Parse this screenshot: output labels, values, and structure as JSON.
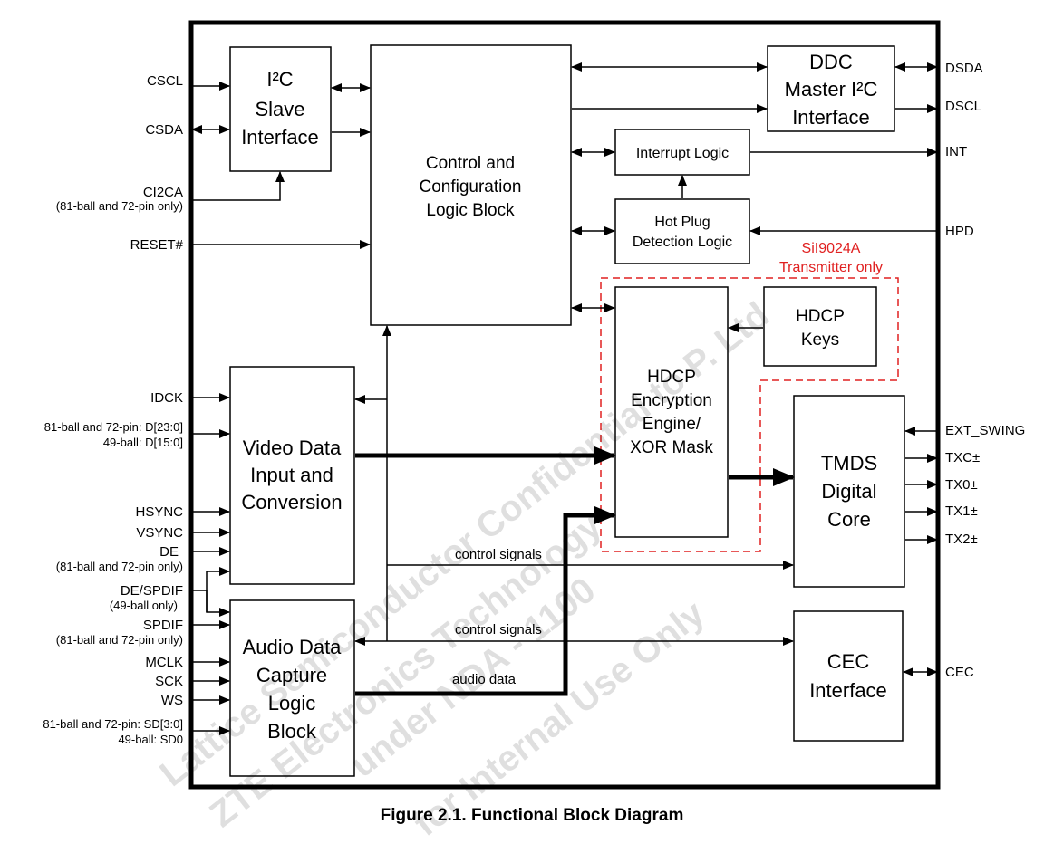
{
  "caption": "Figure 2.1. Functional Block Diagram",
  "blocks": {
    "i2c_slave": [
      "I²C",
      "Slave",
      "Interface"
    ],
    "control": [
      "Control and",
      "Configuration",
      "Logic Block"
    ],
    "ddc": [
      "DDC",
      "Master I²C",
      "Interface"
    ],
    "interrupt": "Interrupt Logic",
    "hotplug": [
      "Hot Plug",
      "Detection Logic"
    ],
    "hdcp_keys": [
      "HDCP",
      "Keys"
    ],
    "hdcp_engine": [
      "HDCP",
      "Encryption",
      "Engine/",
      "XOR Mask"
    ],
    "video": [
      "Video Data",
      "Input and",
      "Conversion"
    ],
    "tmds": [
      "TMDS",
      "Digital",
      "Core"
    ],
    "audio": [
      "Audio Data",
      "Capture",
      "Logic",
      "Block"
    ],
    "cec": [
      "CEC",
      "Interface"
    ]
  },
  "region_note": [
    "SiI9024A",
    "Transmitter only"
  ],
  "signals": {
    "control_signals_1": "control signals",
    "control_signals_2": "control signals",
    "audio_data": "audio data"
  },
  "left_pins": {
    "cscl": "CSCL",
    "csda": "CSDA",
    "ci2ca": "CI2CA",
    "ci2ca_note": "(81-ball and 72-pin only)",
    "reset": "RESET#",
    "idck": "IDCK",
    "d_81": "81-ball and 72-pin: D[23:0]",
    "d_49": "49-ball: D[15:0]",
    "hsync": "HSYNC",
    "vsync": "VSYNC",
    "de": "DE",
    "de_note": "(81-ball and 72-pin only)",
    "despdif": "DE/SPDIF",
    "despdif_note": "(49-ball only)",
    "spdif": "SPDIF",
    "spdif_note": "(81-ball and 72-pin only)",
    "mclk": "MCLK",
    "sck": "SCK",
    "ws": "WS",
    "sd_81": "81-ball and 72-pin: SD[3:0]",
    "sd_49": "49-ball: SD0"
  },
  "right_pins": {
    "dsda": "DSDA",
    "dscl": "DSCL",
    "int": "INT",
    "hpd": "HPD",
    "ext_swing": "EXT_SWING",
    "txc": "TXC±",
    "tx0": "TX0±",
    "tx1": "TX1±",
    "tx2": "TX2±",
    "cec": "CEC"
  },
  "watermark": [
    "Lattice Semiconductor Confidential to P. Ltd",
    "ZTE Electronics Technology",
    "under NDA - 1100",
    "for Internal Use Only"
  ],
  "colors": {
    "region_border": "#e02020",
    "line": "#000000"
  }
}
